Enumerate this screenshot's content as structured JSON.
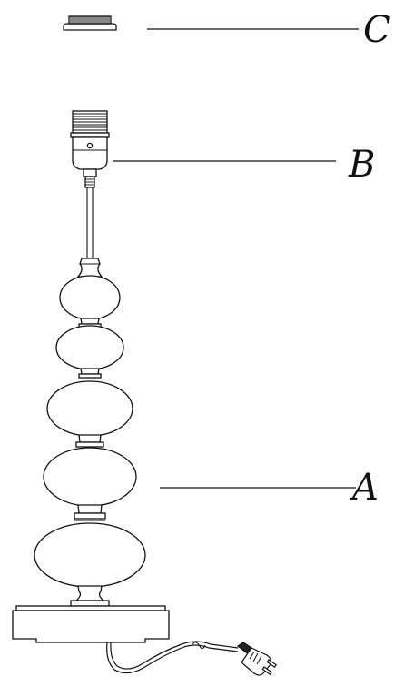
{
  "diagram": {
    "labels": {
      "a": "A",
      "b": "B",
      "c": "C"
    }
  },
  "colors": {
    "ink": "#111111",
    "paper": "#ffffff"
  }
}
